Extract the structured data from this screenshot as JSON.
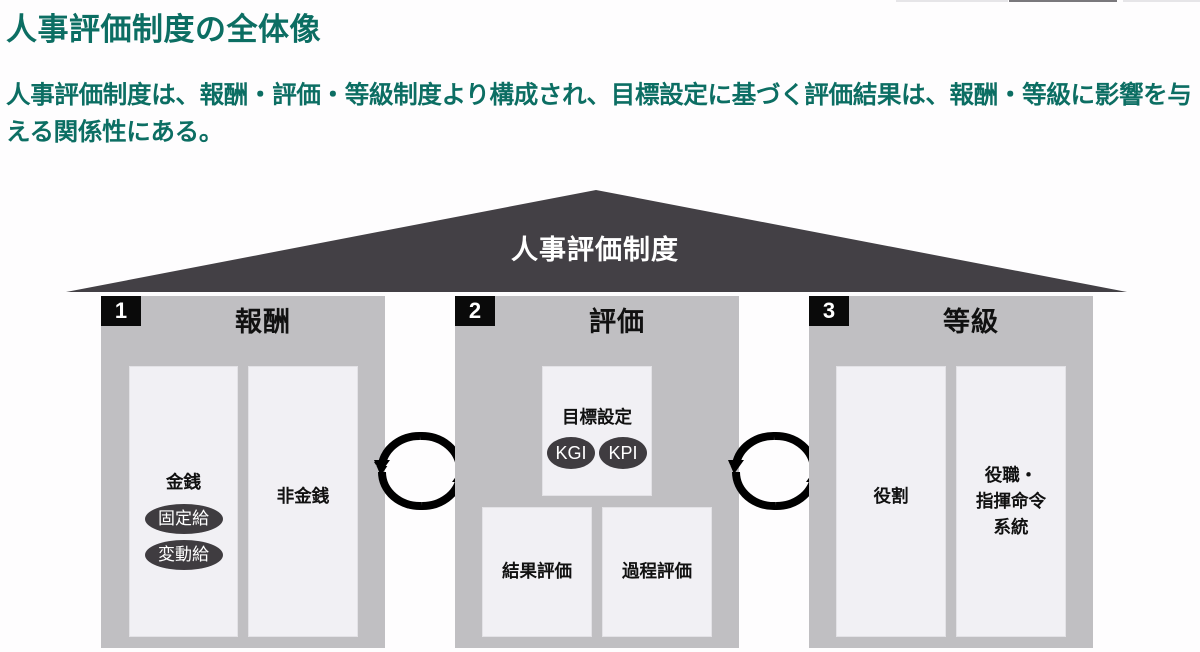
{
  "header": {
    "title": "人事評価制度の全体像",
    "lead": "人事評価制度は、報酬・評価・等級制度より構成され、目標設定に基づく評価結果は、報酬・等級に影響を与える関係性にある。"
  },
  "colors": {
    "accent": "#0c6e63",
    "roof": "#434045",
    "pillar": "#c0bfc2",
    "panel": "#f1f0f4",
    "pill": "#3f3c40",
    "number_badge": "#0a0a0a"
  },
  "roof": {
    "label": "人事評価制度"
  },
  "pillars": [
    {
      "number": "1",
      "title": "報酬",
      "panels": [
        {
          "label": "金銭",
          "pills": [
            "固定給",
            "変動給"
          ]
        },
        {
          "label": "非金銭"
        }
      ]
    },
    {
      "number": "2",
      "title": "評価",
      "panels": [
        {
          "label": "目標設定",
          "pills": [
            "KGI",
            "KPI"
          ]
        },
        {
          "label": "結果評価"
        },
        {
          "label": "過程評価"
        }
      ]
    },
    {
      "number": "3",
      "title": "等級",
      "panels": [
        {
          "label": "役割"
        },
        {
          "label_lines": [
            "役職・",
            "指揮命令",
            "系統"
          ]
        }
      ]
    }
  ],
  "connectors": [
    {
      "between": [
        "報酬",
        "評価"
      ],
      "icon": "cycle-arrows-icon"
    },
    {
      "between": [
        "評価",
        "等級"
      ],
      "icon": "cycle-arrows-icon"
    }
  ]
}
